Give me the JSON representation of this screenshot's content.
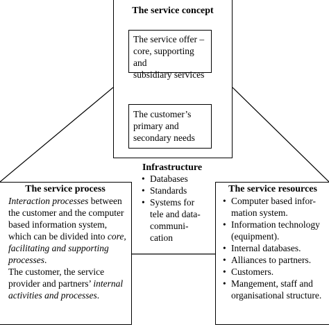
{
  "concept": {
    "title": "The service concept",
    "offer": [
      "The service offer –",
      "core, supporting and",
      "subsidiary services"
    ],
    "needs": [
      "The customer’s",
      "primary and",
      "secondary needs"
    ]
  },
  "infrastructure": {
    "title": "Infrastructure",
    "items": [
      "Databases",
      "Standards"
    ],
    "item3": [
      "Systems for",
      "tele and data-",
      "communi-",
      "cation"
    ]
  },
  "process": {
    "title": "The service process",
    "segments": [
      {
        "text": "Interaction processes",
        "italic": true
      },
      {
        "text": " between the customer and the computer based information system, which can be divided into ",
        "italic": false
      },
      {
        "text": "core, facilitating and supporting processes",
        "italic": true
      },
      {
        "text": ".",
        "italic": false
      }
    ],
    "segments2": [
      {
        "text": "The customer, the service provider and partners’ ",
        "italic": false
      },
      {
        "text": "internal activities and processes",
        "italic": true
      },
      {
        "text": ".",
        "italic": false
      }
    ]
  },
  "resources": {
    "title": "The service resources",
    "items": [
      [
        "Computer based infor-",
        "mation system."
      ],
      [
        "Information technology",
        "(equipment)."
      ],
      [
        "Internal databases."
      ],
      [
        "Alliances to partners."
      ],
      [
        "Customers."
      ],
      [
        "Mangement, staff and",
        "organisational structure."
      ]
    ]
  }
}
